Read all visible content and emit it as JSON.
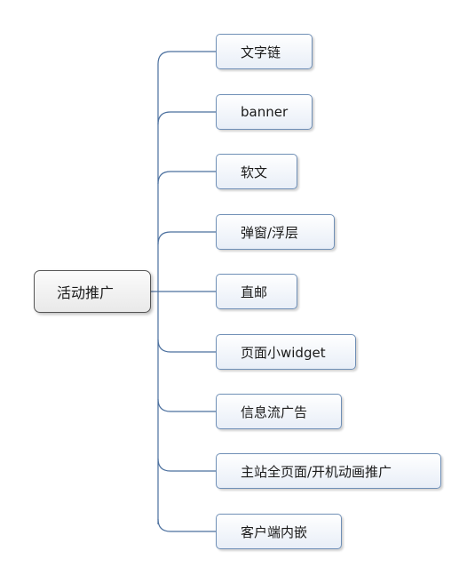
{
  "root": {
    "label": "活动推广"
  },
  "children": [
    {
      "label": "文字链"
    },
    {
      "label": "banner"
    },
    {
      "label": "软文"
    },
    {
      "label": "弹窗/浮层"
    },
    {
      "label": "直邮"
    },
    {
      "label": "页面小widget"
    },
    {
      "label": "信息流广告"
    },
    {
      "label": "主站全页面/开机动画推广"
    },
    {
      "label": "客户端内嵌"
    }
  ],
  "colors": {
    "connector": "#4a6f9e",
    "child_border": "#6f8fb6",
    "root_border": "#555555"
  }
}
